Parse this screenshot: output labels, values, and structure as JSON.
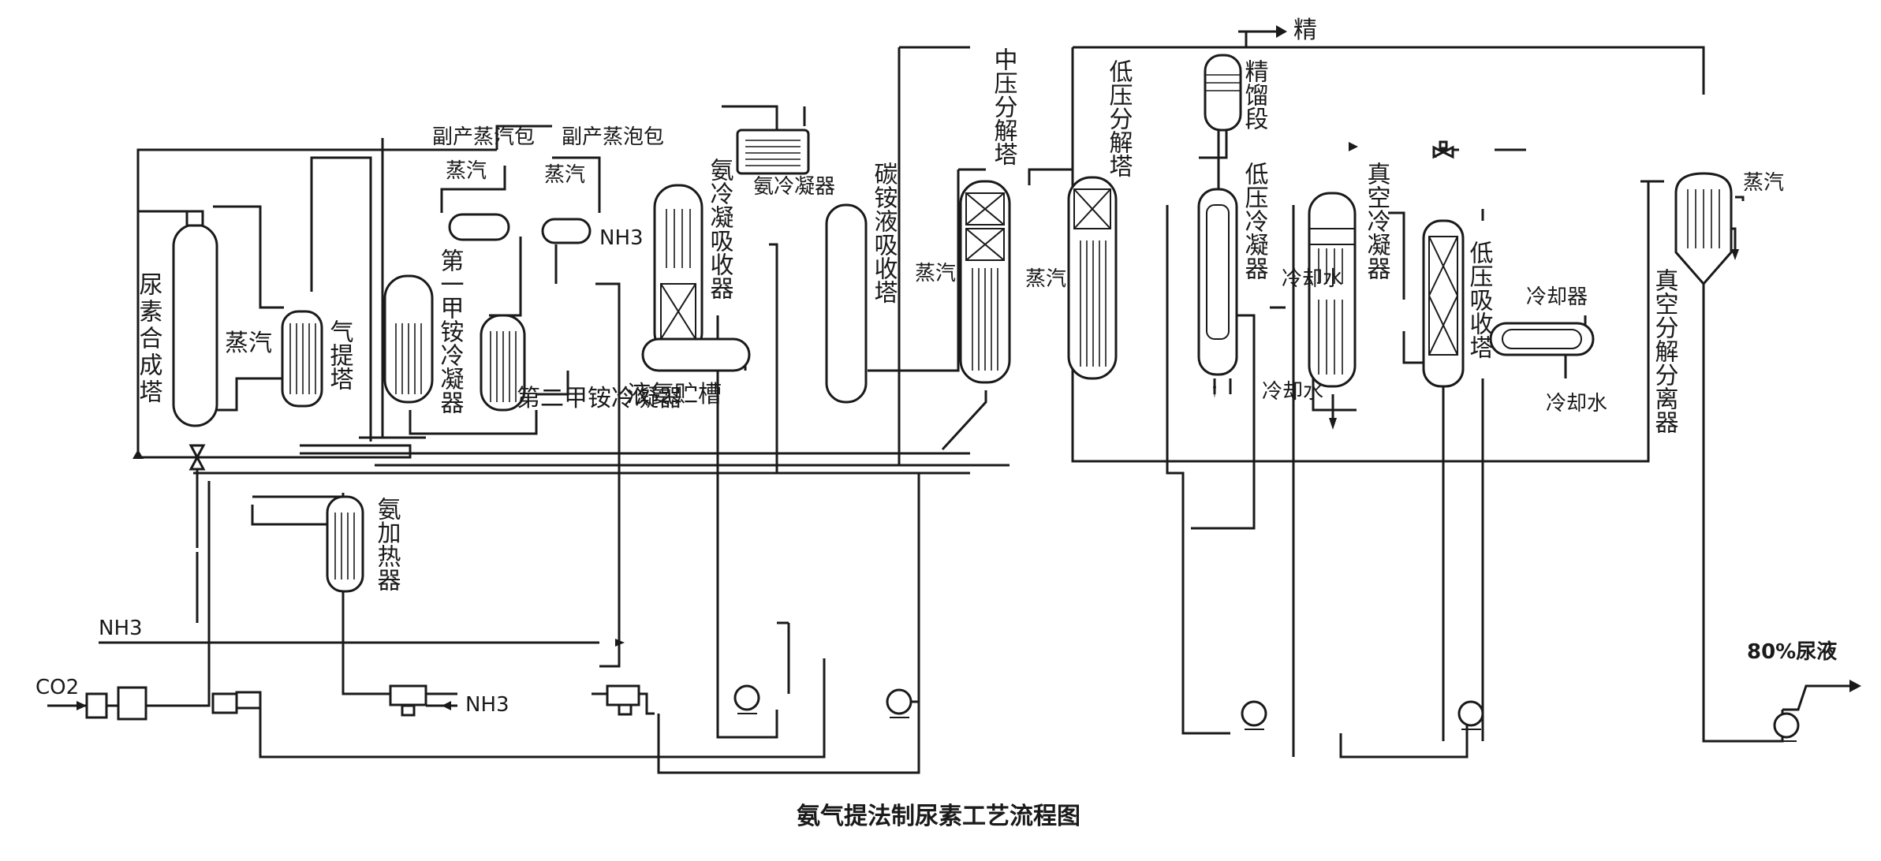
{
  "caption": "氨气提法制尿素工艺流程图",
  "labels": {
    "urea_reactor": "尿素合成塔",
    "stripper": "气提塔",
    "steam_left": "蒸汽",
    "byproduct_drum_1": "副产蒸汽包",
    "byproduct_drum_2": "副产蒸泡包",
    "steam_drum_1": "蒸汽",
    "steam_drum_2": "蒸汽",
    "first_carbamate_condenser": "第一甲铵冷凝器",
    "second_carbamate_condenser": "第二甲铵冷凝器",
    "nh3_left": "NH3",
    "nh3_condensing_absorber": "氨冷凝吸收器",
    "nh3_cooler": "氨冷凝器",
    "liquid_nh3_tank": "液氨贮槽",
    "ammonium_carbonate_absorber": "碳铵液吸收塔",
    "mp_decomposer": "中压分解塔",
    "steam_mp": "蒸汽",
    "lp_decomposer": "低压分解塔",
    "steam_lp": "蒸汽",
    "rectifying_section": "精馏段",
    "rect_out": "精",
    "lp_condenser": "低压冷凝器",
    "vacuum_condenser": "真空冷凝器",
    "cooling_water_1": "冷却水",
    "cooling_water_2": "冷却水",
    "lp_absorber": "低压吸收塔",
    "cooler": "冷却器",
    "cooling_water_3": "冷却水",
    "vacuum_separator": "真空分解分离器",
    "steam_vac": "蒸汽",
    "ammonia_heater": "氨加热器",
    "nh3_feed": "NH3",
    "nh3_bottom": "NH3",
    "co2_feed": "CO2",
    "product": "80%尿液"
  },
  "colors": {
    "line": "#1a1a1a",
    "background": "#ffffff"
  }
}
